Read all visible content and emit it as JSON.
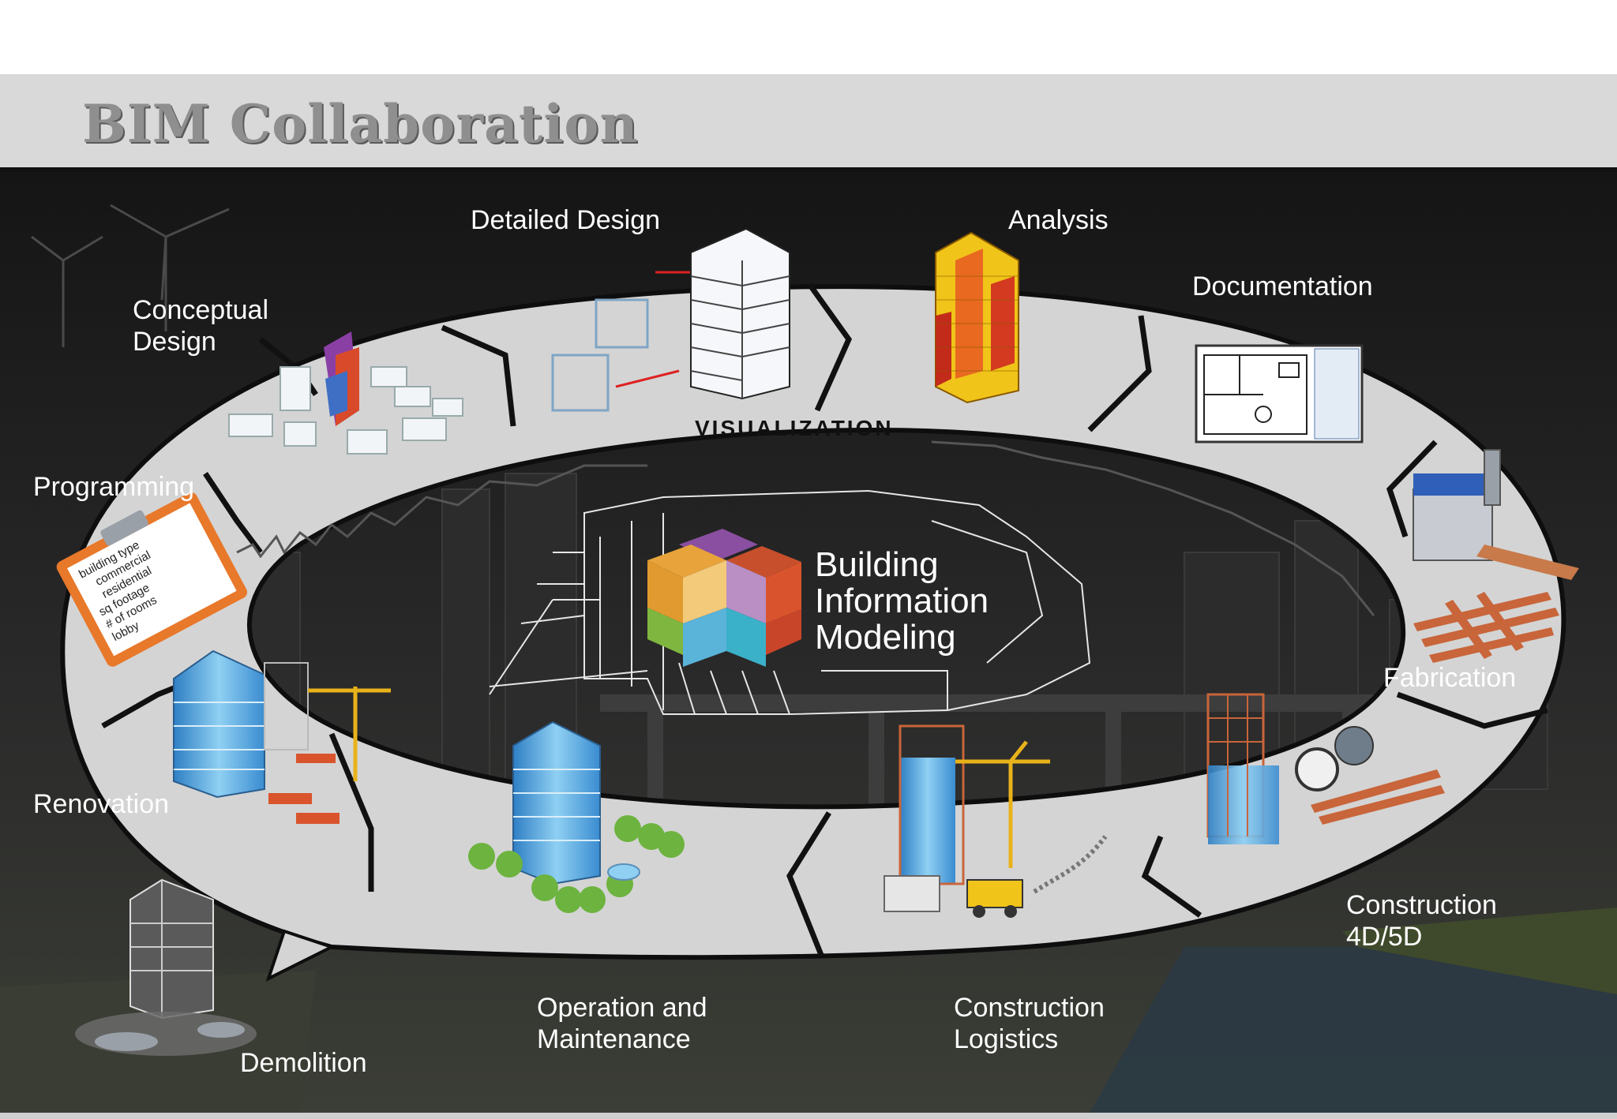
{
  "page": {
    "title": "BIM Collaboration"
  },
  "diagram": {
    "center": {
      "line1": "Building",
      "line2": "Information",
      "line3": "Modeling"
    },
    "ring_label": "VISUALIZATION",
    "stages": {
      "conceptual_design": {
        "line1": "Conceptual",
        "line2": "Design"
      },
      "detailed_design": "Detailed Design",
      "analysis": "Analysis",
      "documentation": "Documentation",
      "fabrication": "Fabrication",
      "construction_4d5d": {
        "line1": "Construction",
        "line2": "4D/5D"
      },
      "construction_logistics": {
        "line1": "Construction",
        "line2": "Logistics"
      },
      "operation_maintenance": {
        "line1": "Operation and",
        "line2": "Maintenance"
      },
      "demolition": "Demolition",
      "renovation": "Renovation",
      "programming": "Programming"
    },
    "checklist": [
      "building type",
      "commercial",
      "residential",
      "sq footage",
      "# of rooms",
      "lobby"
    ],
    "colors": {
      "ring": "#d4d4d4",
      "background": "#1c1c1c",
      "logo": [
        "#e8a33a",
        "#8a4fa0",
        "#d9542c",
        "#5ab3d9",
        "#3bb0c9",
        "#7fb640"
      ]
    }
  }
}
